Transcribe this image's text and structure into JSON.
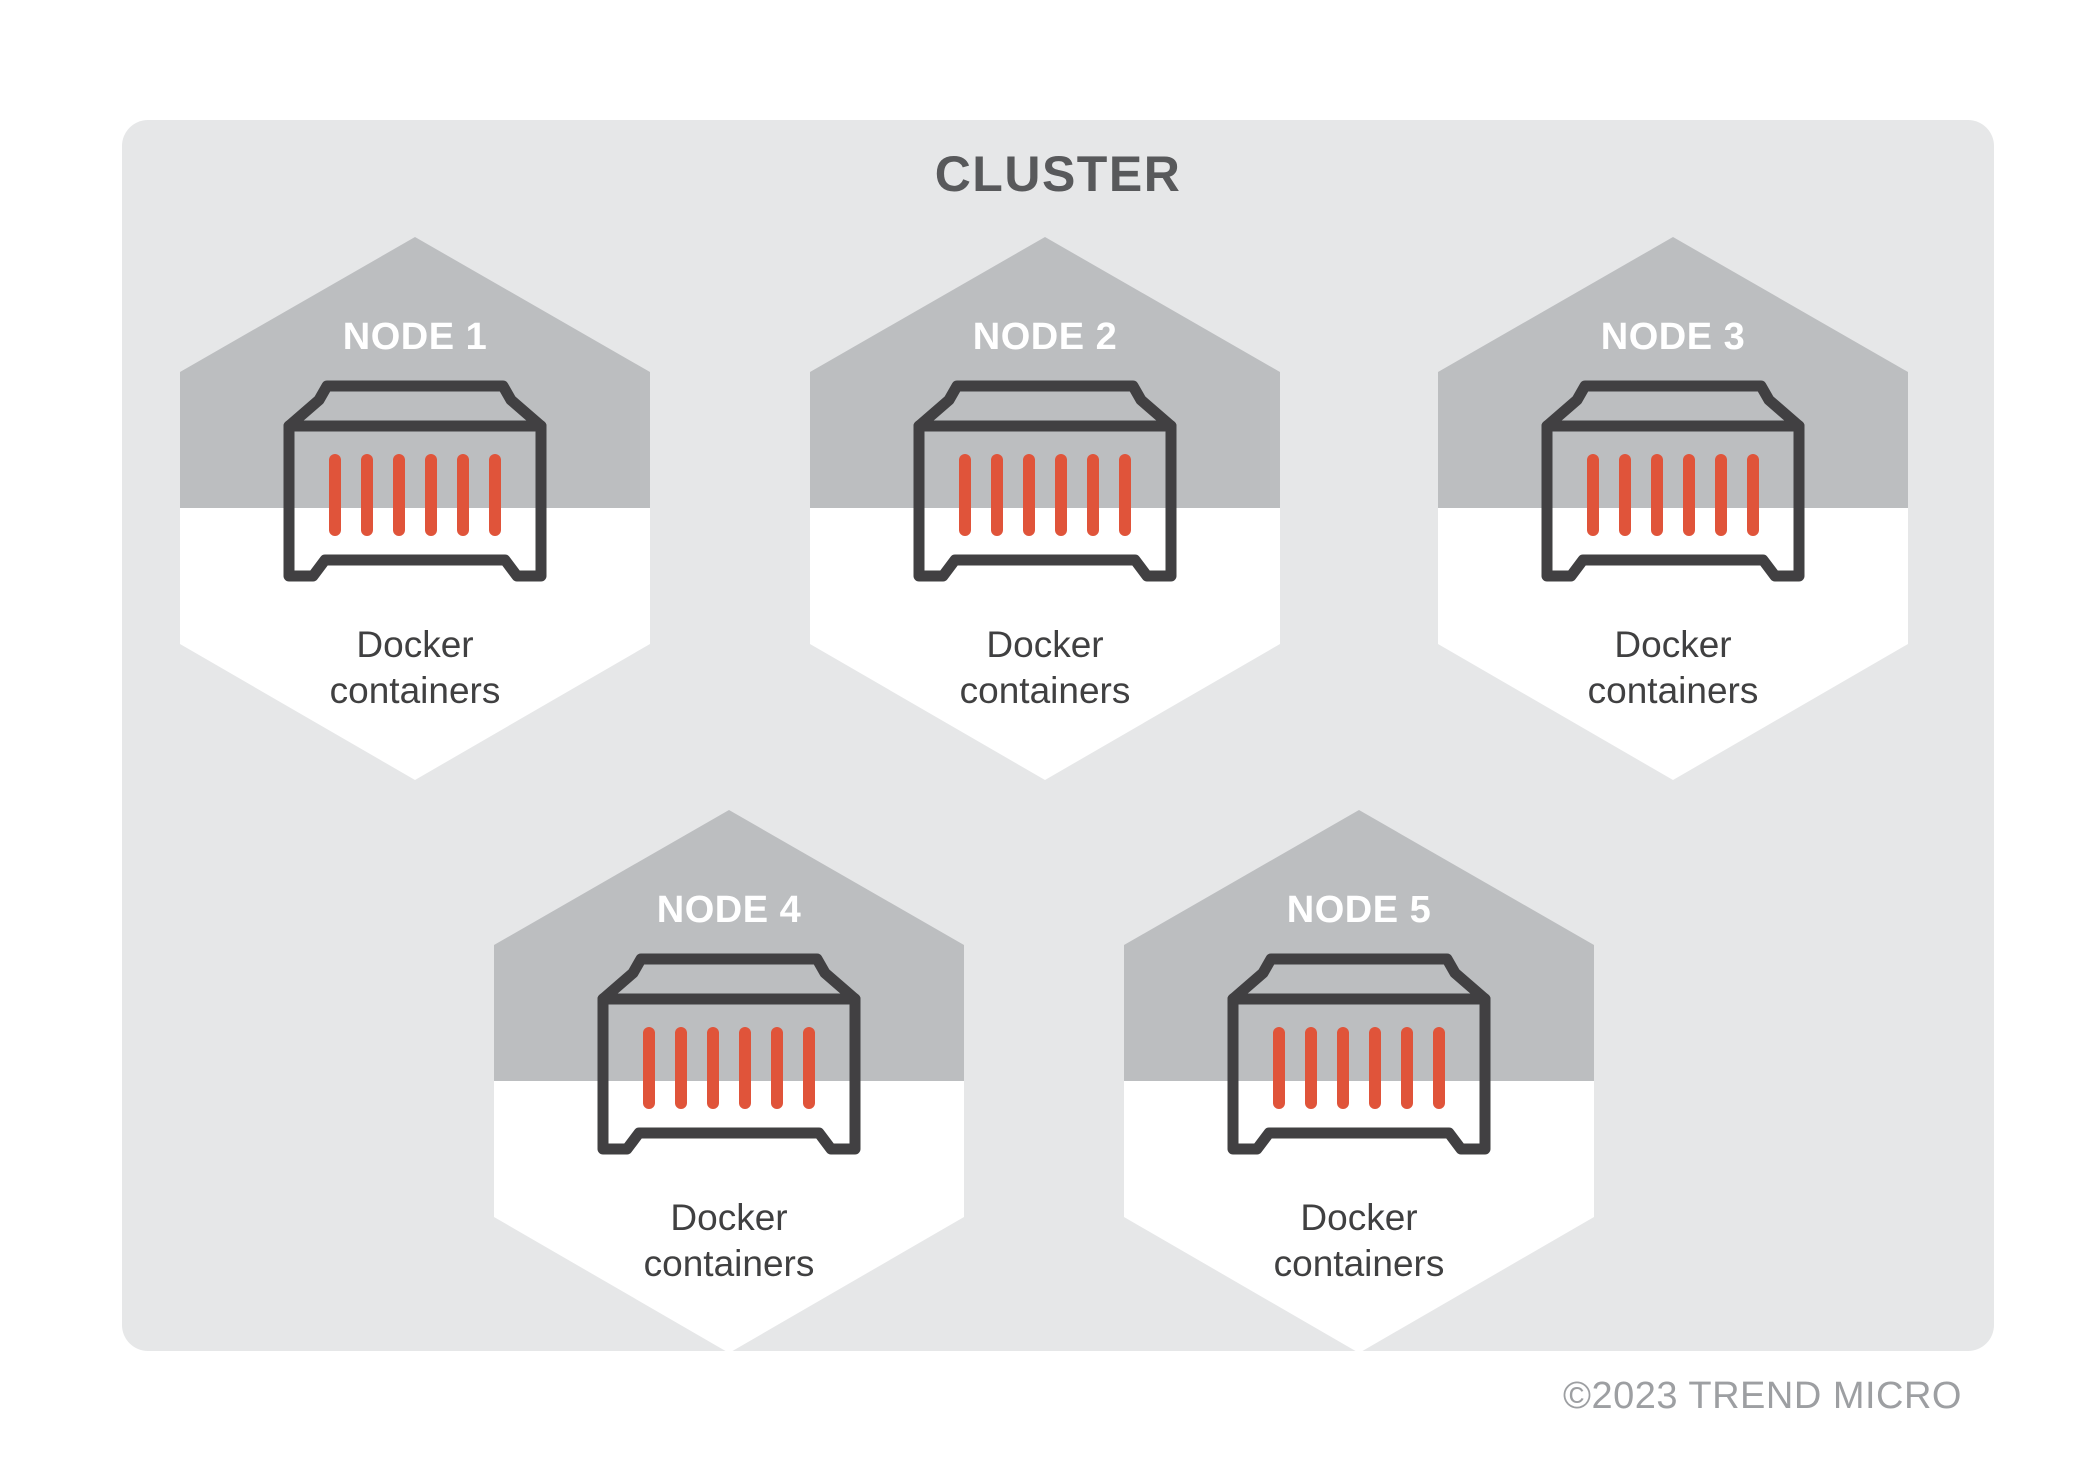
{
  "panel": {
    "title": "CLUSTER",
    "background_color": "#E6E7E8",
    "title_color": "#58595B"
  },
  "nodes": [
    {
      "label": "NODE 1",
      "caption": "Docker\ncontainers",
      "container_bars": 6
    },
    {
      "label": "NODE 2",
      "caption": "Docker\ncontainers",
      "container_bars": 6
    },
    {
      "label": "NODE 3",
      "caption": "Docker\ncontainers",
      "container_bars": 6
    },
    {
      "label": "NODE 4",
      "caption": "Docker\ncontainers",
      "container_bars": 6
    },
    {
      "label": "NODE 5",
      "caption": "Docker\ncontainers",
      "container_bars": 6
    }
  ],
  "colors": {
    "hex_top": "#BCBEC0",
    "hex_bottom": "#FFFFFF",
    "container_outline": "#414042",
    "container_bars": "#E0543A",
    "caption_text": "#404041",
    "node_label_text": "#FFFFFF",
    "copyright_text": "#9D9FA2"
  },
  "footer": {
    "copyright": "©2023 TREND MICRO"
  }
}
